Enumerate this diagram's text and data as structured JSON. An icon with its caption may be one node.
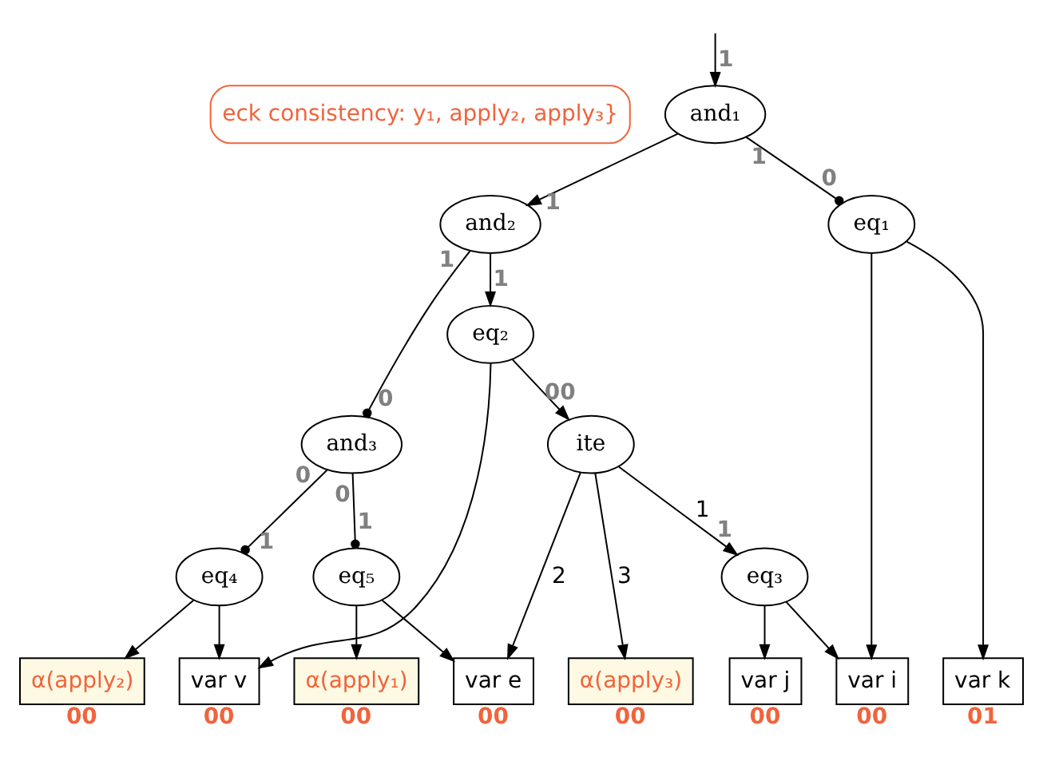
{
  "diagram": {
    "nodes": [
      {
        "text": [
          "eck consistency: y₁, apply₂, apply₃}"
        ]
      },
      {
        "text": [
          "and₁"
        ]
      },
      {
        "text": [
          "and₂"
        ]
      },
      {
        "text": [
          "eq₁"
        ]
      },
      {
        "text": [
          "eq₂"
        ]
      },
      {
        "text": [
          "and₃"
        ]
      },
      {
        "text": [
          "ite"
        ]
      },
      {
        "text": [
          "eq₅"
        ]
      },
      {
        "text": [
          "eq₄"
        ]
      },
      {
        "text": [
          "eq₃"
        ]
      },
      {
        "text": [
          "α(apply₁)"
        ],
        "beside": [
          "00"
        ]
      },
      {
        "text": [
          "var e"
        ],
        "beside": [
          "00"
        ]
      },
      {
        "text": [
          "α(apply₂)"
        ],
        "beside": [
          "00"
        ]
      },
      {
        "text": [
          "var v"
        ],
        "beside": [
          "00"
        ]
      },
      {
        "text": [
          "α(apply₃)"
        ],
        "beside": [
          "00"
        ]
      },
      {
        "text": [
          "var j"
        ],
        "beside": [
          "00"
        ]
      },
      {
        "text": [
          "var i"
        ],
        "beside": [
          "00"
        ]
      },
      {
        "text": [
          "var k"
        ],
        "beside": [
          "01"
        ]
      }
    ],
    "edges": [
      {
        "from": null,
        "to": 1,
        "arrow": "to"
      },
      {
        "from": 1,
        "to": 2,
        "arrow": "to"
      },
      {
        "from": 1,
        "to": 3,
        "arrow": "other"
      },
      {
        "from": 2,
        "to": 4,
        "arrow": "to"
      },
      {
        "from": 2,
        "to": 5,
        "arrow": "other"
      },
      {
        "from": 4,
        "to": 6,
        "arrow": "to"
      },
      {
        "from": 4,
        "to": 13,
        "arrow": "to"
      },
      {
        "from": 3,
        "to": 16,
        "arrow": "to"
      },
      {
        "from": 3,
        "to": 17,
        "arrow": "to"
      },
      {
        "from": 5,
        "to": 7,
        "arrow": "other"
      },
      {
        "from": 5,
        "to": 8,
        "arrow": "other"
      },
      {
        "from": 6,
        "to": 11,
        "arrow": "to",
        "label": "2"
      },
      {
        "from": 6,
        "to": 14,
        "arrow": "to",
        "label": "3"
      },
      {
        "from": 6,
        "to": 9,
        "arrow": "to",
        "label": "1"
      },
      {
        "from": 7,
        "to": 10,
        "arrow": "to"
      },
      {
        "from": 7,
        "to": 11,
        "arrow": "to"
      },
      {
        "from": 8,
        "to": 12,
        "arrow": "to"
      },
      {
        "from": 8,
        "to": 13,
        "arrow": "to"
      },
      {
        "from": 9,
        "to": 15,
        "arrow": "to"
      },
      {
        "from": 9,
        "to": 16,
        "arrow": "to"
      }
    ],
    "labels": [
      "1",
      "1",
      "1",
      "0",
      "1",
      "1",
      "0",
      "00",
      "0",
      "0",
      "1",
      "1",
      "1"
    ]
  }
}
